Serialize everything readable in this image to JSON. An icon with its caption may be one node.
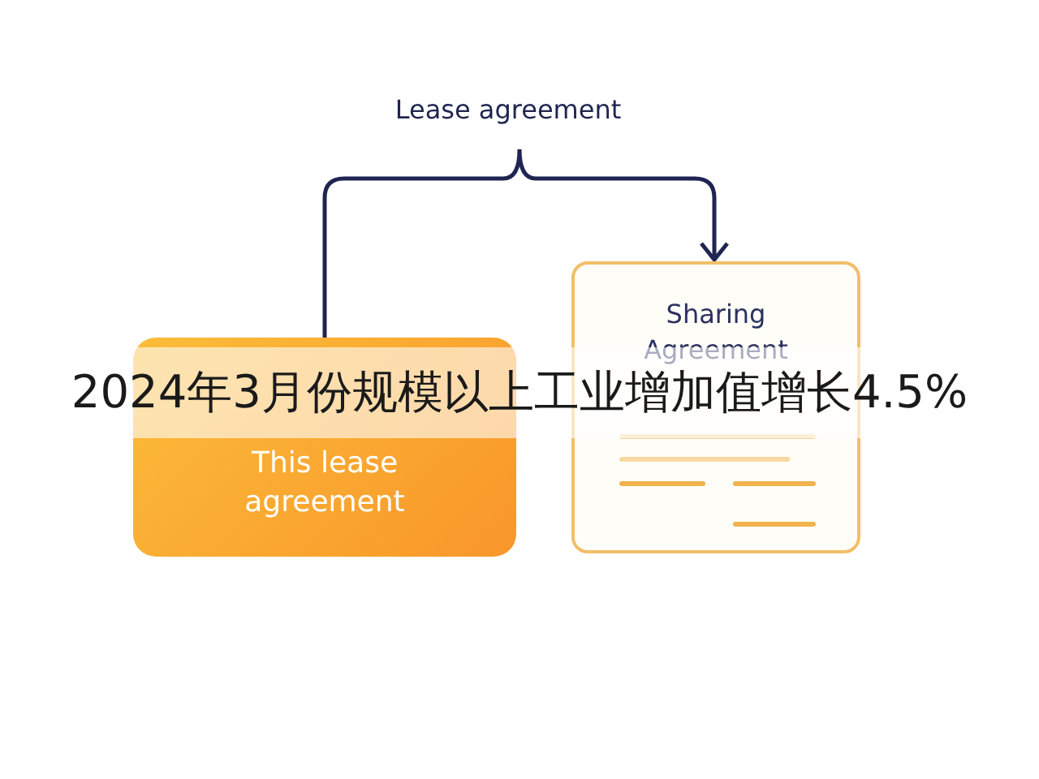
{
  "diagram": {
    "nodes": [
      {
        "text": [
          "This lease agreement"
        ]
      },
      {
        "text": [
          "Sharing Agreement"
        ]
      }
    ],
    "edges": [
      {
        "from": 0,
        "to": 1,
        "arrow": "to",
        "label": "Lease agreement"
      }
    ],
    "labels": [
      "2024年3月份规模以上工业增加值增长4.5%"
    ]
  }
}
